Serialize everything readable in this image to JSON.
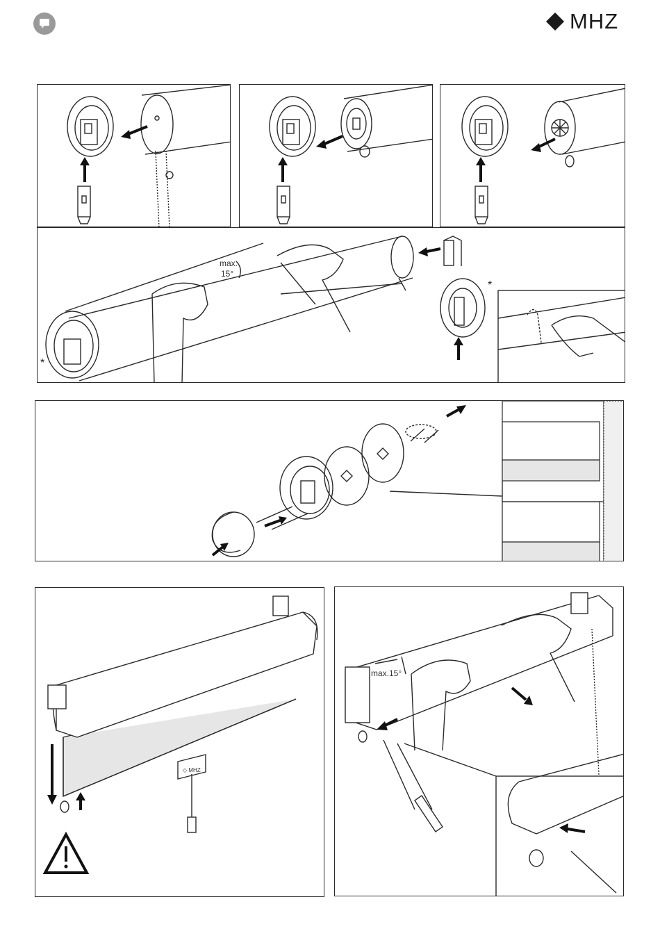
{
  "brand": {
    "name": "MHZ",
    "icon": "diamond-icon"
  },
  "header": {
    "page_icon": "speech-bubble-icon"
  },
  "step1": {
    "angle_label_line1": "max.",
    "angle_label_line2": "15°",
    "marker": "*"
  },
  "step3": {
    "angle_label": "max.15°"
  },
  "step2": {
    "warning_icon": "warning-triangle-icon"
  },
  "logo_small": "◇ MHZ",
  "colors": {
    "line": "#2a2a2a",
    "fabric": "#e6e6e6",
    "wall": "#f0f0f0"
  }
}
